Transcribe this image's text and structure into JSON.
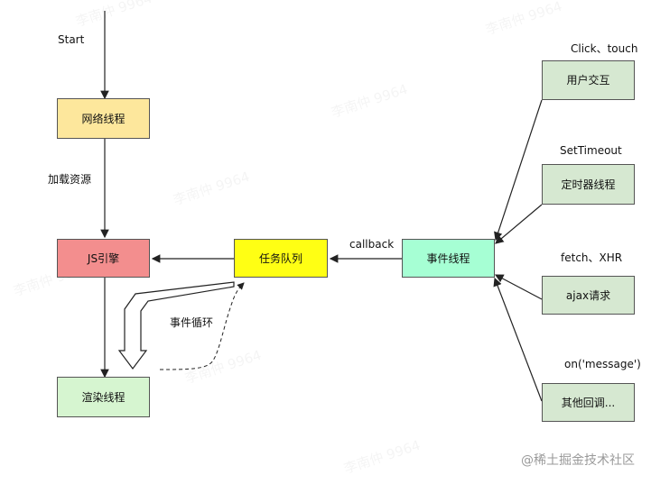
{
  "nodes": {
    "network": {
      "label": "网络线程",
      "color": "#fde79c"
    },
    "js_engine": {
      "label": "JS引擎",
      "color": "#f38e8e"
    },
    "render": {
      "label": "渲染线程",
      "color": "#d6f5d0"
    },
    "task_queue": {
      "label": "任务队列",
      "color": "#ffff14"
    },
    "event_thread": {
      "label": "事件线程",
      "color": "#a6ffd4"
    },
    "user_interaction": {
      "label": "用户交互",
      "color": "#d6e8d1"
    },
    "timer": {
      "label": "定时器线程",
      "color": "#d6e8d1"
    },
    "ajax": {
      "label": "ajax请求",
      "color": "#d6e8d1"
    },
    "others": {
      "label": "其他回调...",
      "color": "#d6e8d1"
    }
  },
  "labels": {
    "start": "Start",
    "load_resources": "加载资源",
    "callback": "callback",
    "event_loop": "事件循环",
    "click_touch": "Click、touch",
    "settimeout": "SetTimeout",
    "fetch_xhr": "fetch、XHR",
    "on_message": "on('message')"
  },
  "watermark": {
    "text": "李南仲 9964"
  },
  "footer": {
    "credit": "@稀土掘金技术社区"
  }
}
